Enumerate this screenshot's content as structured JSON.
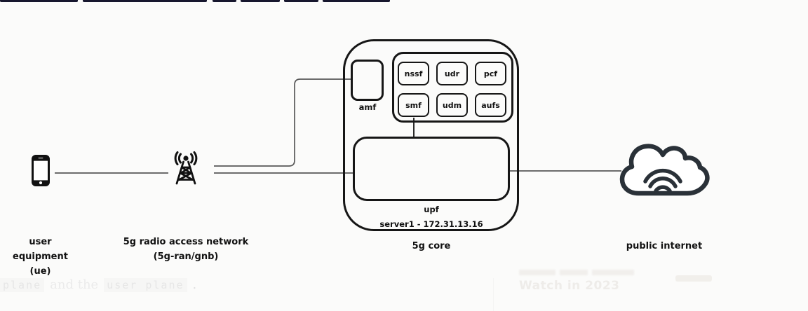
{
  "nodes": {
    "ue": {
      "line1": "user equipment",
      "line2": "(ue)"
    },
    "ran": {
      "line1": "5g radio access network",
      "line2": "(5g-ran/gnb)"
    },
    "core": {
      "label": "5g core",
      "amf_label": "amf",
      "upf_label": "upf",
      "server_label": "server1 - 172.31.13.16",
      "nfs": [
        "nssf",
        "udr",
        "pcf",
        "smf",
        "udm",
        "aufs"
      ]
    },
    "internet": {
      "label": "public internet"
    }
  },
  "colors": {
    "box_stroke": "#161616",
    "connector": "#585858",
    "cloud_stroke": "#2a3138",
    "top_bar": "#17172e"
  },
  "ghost": {
    "left_seg1": "plane",
    "left_seg2": "and the",
    "left_seg3": "user plane",
    "left_seg4": ".",
    "watch_text": "Watch in 2023"
  }
}
